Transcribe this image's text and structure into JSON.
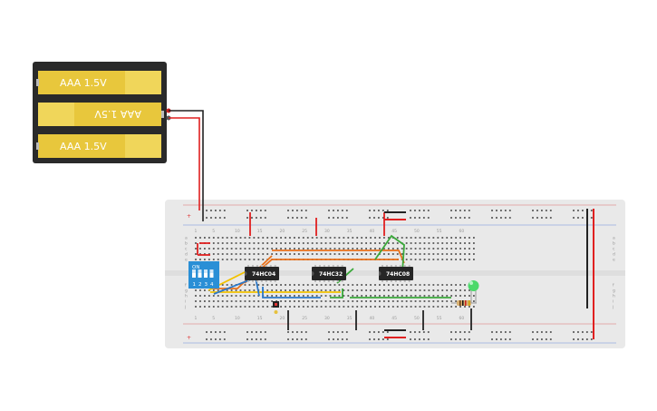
{
  "battery_pack": {
    "cells": [
      {
        "label": "AAA 1.5V",
        "flipped": false
      },
      {
        "label": "AAA 1.5V",
        "flipped": true
      },
      {
        "label": "AAA 1.5V",
        "flipped": false
      }
    ]
  },
  "breadboard": {
    "column_numbers": [
      "1",
      "5",
      "10",
      "15",
      "20",
      "25",
      "30",
      "35",
      "40",
      "45",
      "50",
      "55",
      "60"
    ],
    "row_letters_top": [
      "a",
      "b",
      "c",
      "d",
      "e"
    ],
    "row_letters_bottom": [
      "f",
      "g",
      "h",
      "i",
      "j"
    ],
    "rail_plus": "+",
    "rail_minus": "-"
  },
  "chips": [
    {
      "label": "74HC04"
    },
    {
      "label": "74HC32"
    },
    {
      "label": "74HC08"
    }
  ],
  "dip_switch": {
    "label": "ON",
    "numbers": [
      "1",
      "2",
      "3",
      "4"
    ]
  },
  "colors": {
    "wire_red": "#e02020",
    "wire_black": "#222222",
    "wire_orange": "#e8701a",
    "wire_yellow": "#f2c200",
    "wire_blue": "#2b78c9",
    "wire_green": "#3aa83a",
    "battery_yellow": "#e8c73c",
    "battery_case": "#2a2a2a",
    "breadboard": "#e9e9e9",
    "dip_blue": "#2a8fd6",
    "led_green": "#4cd96a"
  }
}
